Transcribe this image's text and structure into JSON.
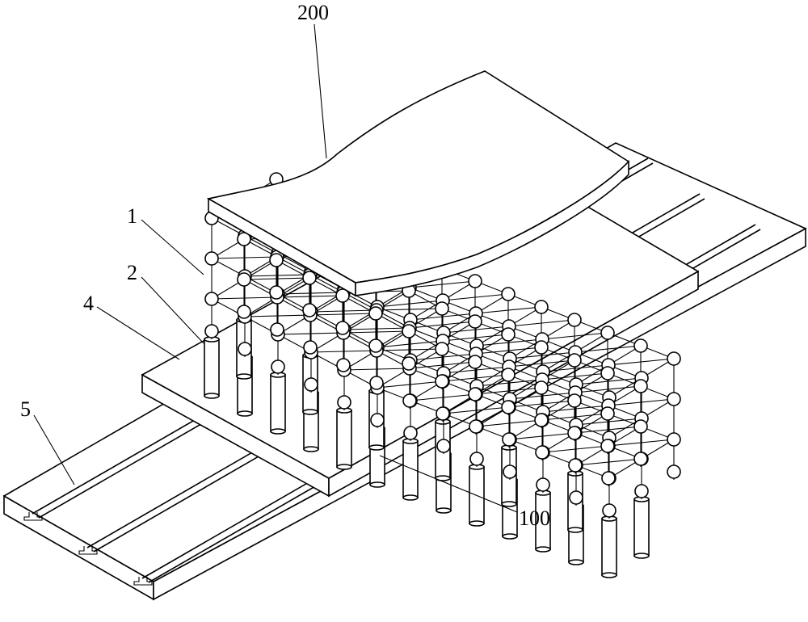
{
  "labels": {
    "l200": "200",
    "l1": "1",
    "l2": "2",
    "l4": "4",
    "l5": "5",
    "l100": "100"
  }
}
